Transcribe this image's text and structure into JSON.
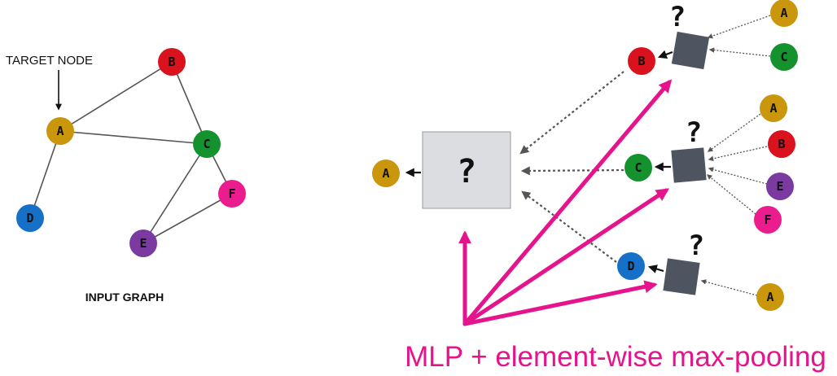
{
  "colors": {
    "A": "#c9960c",
    "B": "#d9121d",
    "C": "#14922e",
    "D": "#1670c8",
    "E": "#7a3aa0",
    "F": "#ea1c8e",
    "magenta": "#e6148c",
    "box_dark": "#4f5560",
    "box_light": "#dcdde0",
    "edge": "#555555"
  },
  "input_graph": {
    "target_label": "TARGET NODE",
    "caption": "INPUT GRAPH",
    "nodes": {
      "A": "A",
      "B": "B",
      "C": "C",
      "D": "D",
      "E": "E",
      "F": "F"
    }
  },
  "computation_graph": {
    "root_mark": "?",
    "aggregator_mark": "?",
    "root": "A",
    "level1": [
      "B",
      "C",
      "D"
    ],
    "level2": {
      "B": [
        "A",
        "C"
      ],
      "C": [
        "A",
        "B",
        "E",
        "F"
      ],
      "D": [
        "A"
      ]
    },
    "caption": "MLP + element-wise max-pooling"
  }
}
